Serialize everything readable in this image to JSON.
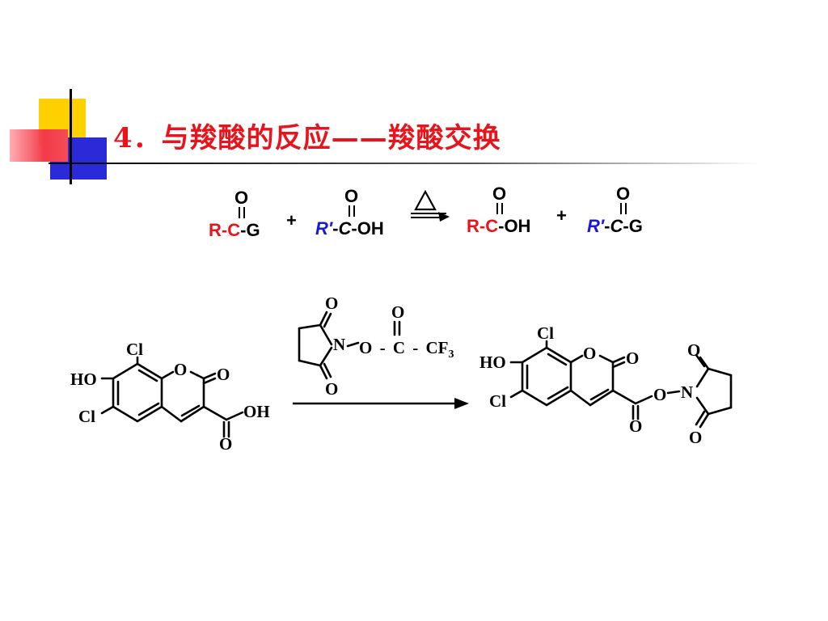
{
  "slide": {
    "title": "4．与羧酸的反应——羧酸交换"
  },
  "general_reaction": {
    "reactant1": {
      "o": "O",
      "r": "R",
      "dash1": "-",
      "c": "C",
      "dash2": "-",
      "g": "G"
    },
    "plus1": "+",
    "reactant2": {
      "o": "O",
      "r": "R′",
      "dash1": "-",
      "c": "C",
      "dash2": "-",
      "oh": "OH"
    },
    "condition": "heat-triangle",
    "product1": {
      "o": "O",
      "r": "R",
      "dash1": "-",
      "c": "C",
      "dash2": "-",
      "oh": "OH"
    },
    "plus2": "+",
    "product2": {
      "o": "O",
      "r": "R′",
      "dash1": "-",
      "c": "C",
      "dash2": "-",
      "g": "G"
    },
    "colors": {
      "red": "#e8141b",
      "blue": "#1a1ad6",
      "black": "#000000"
    }
  },
  "coumarin_reaction": {
    "starting_material": {
      "cl_top": "Cl",
      "ring_o": "O",
      "carbonyl_o": "O",
      "ho": "HO",
      "cl_bottom": "Cl",
      "oh": "OH",
      "acid_o": "O"
    },
    "reagent": {
      "top_o": "O",
      "n": "N",
      "bottom_o": "O",
      "ester_o": "O",
      "c": "C",
      "cf3": "CF",
      "cf3_sub": "3",
      "acyl_o": "O",
      "dash": "-"
    },
    "product": {
      "cl_top": "Cl",
      "ho": "HO",
      "cl_bottom": "Cl",
      "ring_o": "O",
      "carbonyl_o": "O",
      "ester_o": "O",
      "ester_co": "O",
      "n": "N",
      "nhs_top_o": "O",
      "nhs_bottom_o": "O"
    }
  }
}
